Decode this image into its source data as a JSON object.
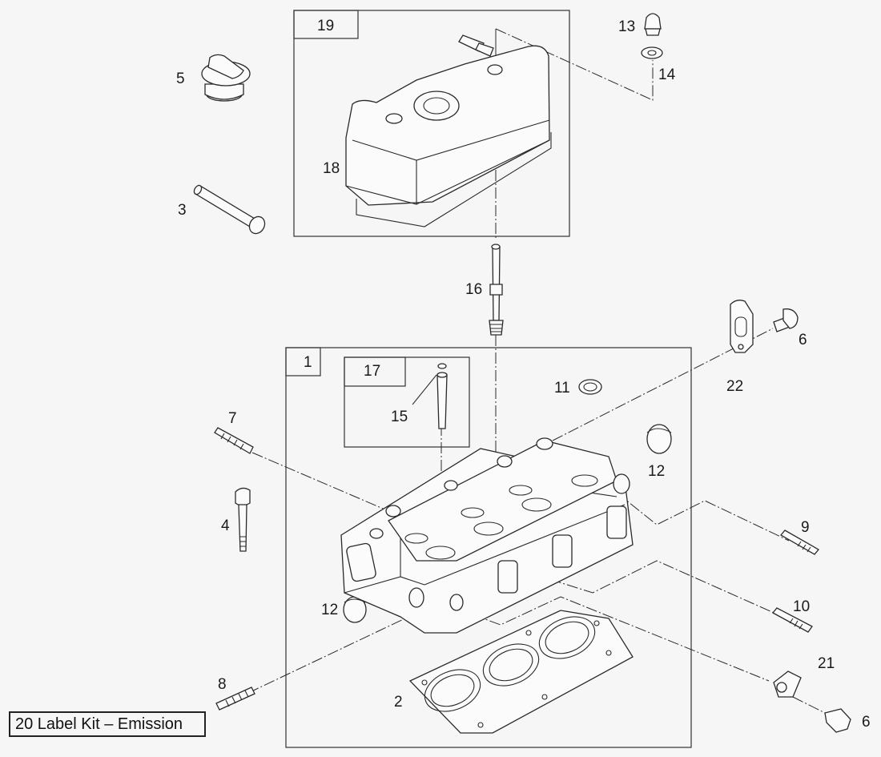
{
  "callouts": {
    "c1": "1",
    "c2": "2",
    "c3": "3",
    "c4": "4",
    "c5": "5",
    "c6a": "6",
    "c6b": "6",
    "c7": "7",
    "c8": "8",
    "c9": "9",
    "c10": "10",
    "c11": "11",
    "c12a": "12",
    "c12b": "12",
    "c13": "13",
    "c14": "14",
    "c15": "15",
    "c16": "16",
    "c17": "17",
    "c18": "18",
    "c19": "19",
    "c21": "21",
    "c22": "22"
  },
  "kit_label": "20 Label Kit – Emission"
}
